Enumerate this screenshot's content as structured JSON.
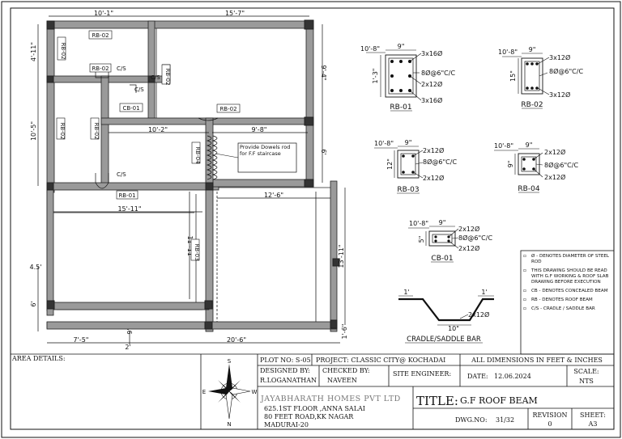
{
  "plan": {
    "dims": {
      "top_left": "10'-1\"",
      "top_right": "15'-7\"",
      "left_top": "4'-11\"",
      "left_mid": "10'-5\"",
      "right_upper": "9'-4\"",
      "right_mid": "6'",
      "mid_102": "10'-2\"",
      "mid_98": "9'-8\"",
      "mid_126": "12'-6\"",
      "mid_1511": "15'-11\"",
      "mid_1111": "11'-11\"",
      "right_1311": "13'-11\"",
      "left_45": "4.5'",
      "left_6": "6'",
      "bot_75": "7'-5\"",
      "bot_2": "2'",
      "bot_206": "20'-6\"",
      "bot_9": "9'",
      "bot_16": "1'-6\""
    },
    "labels": {
      "rb02_a": "RB-02",
      "rb02_b": "RB-02",
      "rb02_c": "RB-02",
      "rb02_d": "RB-02",
      "rb02_e": "RB-02",
      "rb02_f": "RB-02",
      "rb02_g": "RB-02",
      "cb01": "CB-01",
      "rb01": "RB-01",
      "rb03": "RB-03",
      "rb04": "RB-04",
      "cs_a": "C/S",
      "cs_b": "C/S",
      "cs_c": "C/S",
      "cs_d": "C/S",
      "note": "Provide Dowels rod for F.F staircase"
    }
  },
  "sections": [
    {
      "name": "RB-01",
      "top": "10'-8\"",
      "width": "9\"",
      "depth": "1'-3\"",
      "bars": [
        "3x16Ø",
        "8Ø@6\"C/C",
        "2x12Ø",
        "3x16Ø"
      ]
    },
    {
      "name": "RB-02",
      "top": "10'-8\"",
      "width": "9\"",
      "depth": "15\"",
      "bars": [
        "3x12Ø",
        "8Ø@6\"C/C",
        "3x12Ø"
      ]
    },
    {
      "name": "RB-03",
      "top": "10'-8\"",
      "width": "9\"",
      "depth": "12\"",
      "bars": [
        "2x12Ø",
        "8Ø@6\"C/C",
        "2x12Ø"
      ]
    },
    {
      "name": "RB-04",
      "top": "10'-8\"",
      "width": "9\"",
      "depth": "9\"",
      "bars": [
        "2x12Ø",
        "8Ø@6\"C/C",
        "2x12Ø"
      ]
    },
    {
      "name": "CB-01",
      "top": "10'-8\"",
      "width": "9\"",
      "depth": "5\"",
      "bars": [
        "2x12Ø",
        "8Ø@6\"C/C",
        "2x12Ø"
      ]
    }
  ],
  "cradle": {
    "title": "CRADLE/SADDLE BAR",
    "left": "1'",
    "right": "1'",
    "bottom": "10\"",
    "bar": "2x12Ø"
  },
  "notes": [
    "Ø - DENOTES DIAMETER OF STEEL ROD",
    "THIS DRAWING SHOULD BE READ WITH G.F WORKING & ROOF SLAB DRAWING BEFORE EXECUTION",
    "CB - DENOTES CONCEALED BEAM",
    "RB - DENOTES ROOF BEAM",
    "C/S - CRADLE / SADDLE BAR"
  ],
  "titleblock": {
    "area_details": "AREA DETAILS:",
    "plot_no": "PLOT NO: S-05",
    "project": "PROJECT:  CLASSIC CITY@ KOCHADAI",
    "all_dims": "ALL DIMENSIONS IN FEET & INCHES",
    "designed_by_label": "DESIGNED BY:",
    "designed_by": "R.LOGANATHAN",
    "checked_by_label": "CHECKED BY:",
    "checked_by": "NAVEEN",
    "site_engineer": "SITE ENGINEER:",
    "date_label": "DATE:",
    "date": "12.06.2024",
    "scale_label": "SCALE:",
    "scale": "NTS",
    "company": "JAYABHARATH HOMES PVT LTD",
    "address1": "625.1ST FLOOR ,ANNA SALAI",
    "address2": "80 FEET ROAD,KK NAGAR",
    "address3": "MADURAI-20",
    "title_label": "TITLE:",
    "title": "G.F ROOF BEAM",
    "dwg_label": "DWG.NO:",
    "dwg": "31/32",
    "revision_label": "REVISION",
    "revision": "0",
    "sheet_label": "SHEET:",
    "sheet": "A3",
    "compass": [
      "S",
      "E",
      "W",
      "N"
    ]
  }
}
